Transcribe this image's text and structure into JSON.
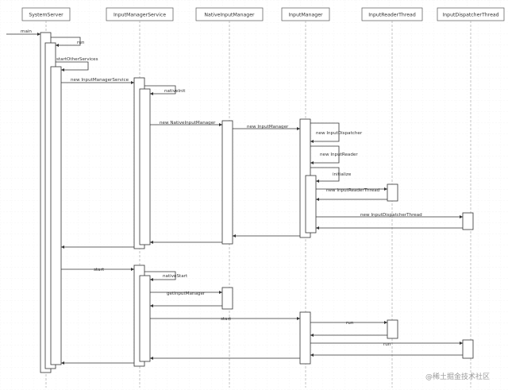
{
  "participants": [
    {
      "id": "ss",
      "label": "SystemServer"
    },
    {
      "id": "ims",
      "label": "InputManagerService"
    },
    {
      "id": "nim",
      "label": "NativeInputManager"
    },
    {
      "id": "im",
      "label": "InputManager"
    },
    {
      "id": "irt",
      "label": "InputReaderThread"
    },
    {
      "id": "idt",
      "label": "InputDispatcherThread"
    }
  ],
  "messages": [
    {
      "id": "main",
      "label": "main"
    },
    {
      "id": "run1",
      "label": "run"
    },
    {
      "id": "startOtherServices",
      "label": "startOtherServices"
    },
    {
      "id": "new_ims",
      "label": "new InputManagerService"
    },
    {
      "id": "nativeInit",
      "label": "nativeInit"
    },
    {
      "id": "new_nim",
      "label": "new NativeInputManager"
    },
    {
      "id": "new_im",
      "label": "new InputManager"
    },
    {
      "id": "new_dispatcher",
      "label": "new InputDispatcher"
    },
    {
      "id": "new_reader",
      "label": "new InputReader"
    },
    {
      "id": "initialize",
      "label": "initialize"
    },
    {
      "id": "new_irt",
      "label": "new InputReaderThread"
    },
    {
      "id": "new_idt",
      "label": "new InputDispatcherThread"
    },
    {
      "id": "start1",
      "label": "start"
    },
    {
      "id": "nativeStart",
      "label": "nativeStart"
    },
    {
      "id": "getInputManager",
      "label": "getInputManager"
    },
    {
      "id": "start2",
      "label": "start"
    },
    {
      "id": "run2",
      "label": "run"
    },
    {
      "id": "run3",
      "label": "run"
    }
  ],
  "watermark": "@稀土掘金技术社区",
  "colors": {
    "line": "#333333",
    "dash": "#aaaaaa",
    "grid": "#ececec",
    "box": "#ffffff"
  }
}
